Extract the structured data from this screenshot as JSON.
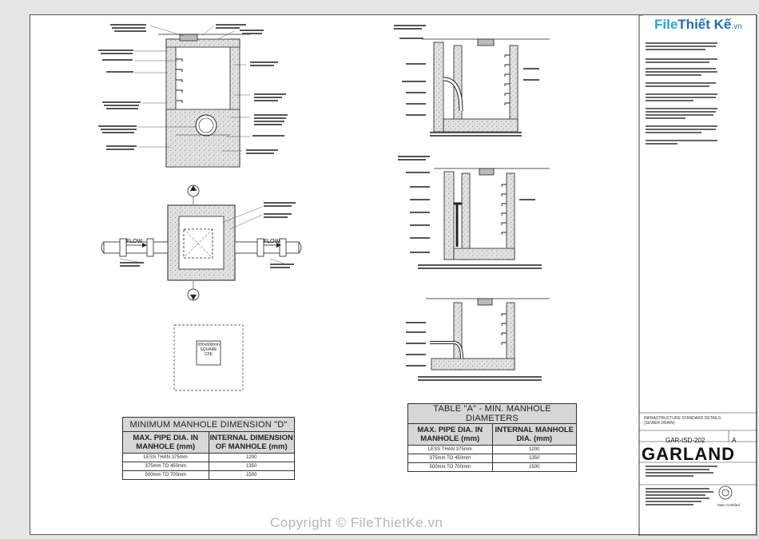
{
  "watermark_text": "Copyright © FileThietKe.vn",
  "logo": {
    "part1": "File",
    "part2": "Thiết Kế",
    "part3": ".vn"
  },
  "plan_labels": {
    "flow_left": "FLOW",
    "flow_right": "FLOW",
    "cpe_box": "600x600mm SQUARE CPE"
  },
  "table_d": {
    "title": "MINIMUM MANHOLE DIMENSION \"D\"",
    "col1": "MAX. PIPE DIA. IN MANHOLE (mm)",
    "col2": "INTERNAL DIMENSION OF MANHOLE (mm)",
    "rows": [
      [
        "LESS THAN 375mm",
        "1200"
      ],
      [
        "375mm TO 450mm",
        "1350"
      ],
      [
        "500mm TO 700mm",
        "1500"
      ]
    ]
  },
  "table_a": {
    "title": "TABLE \"A\" - MIN. MANHOLE DIAMETERS",
    "col1": "MAX. PIPE DIA. IN MANHOLE (mm)",
    "col2": "INTERNAL MANHOLE DIA. (mm)",
    "rows": [
      [
        "LESS THAN 375mm",
        "1200"
      ],
      [
        "375mm TO 450mm",
        "1350"
      ],
      [
        "500mm TO 700mm",
        "1500"
      ]
    ]
  },
  "title_block": {
    "title_line1": "INFRASTRUCTURE STANDARD DETAILS",
    "title_line2": "(SEWER DRAIN)",
    "drawing_no": "GAR-ISD-202",
    "revision": "A",
    "company": "GARLAND",
    "cert": "Main Certified"
  },
  "colors": {
    "sheet": "#ffffff",
    "background": "#e6e6e6",
    "concrete": "#cfcfcf",
    "logo": "#27a3dd"
  }
}
